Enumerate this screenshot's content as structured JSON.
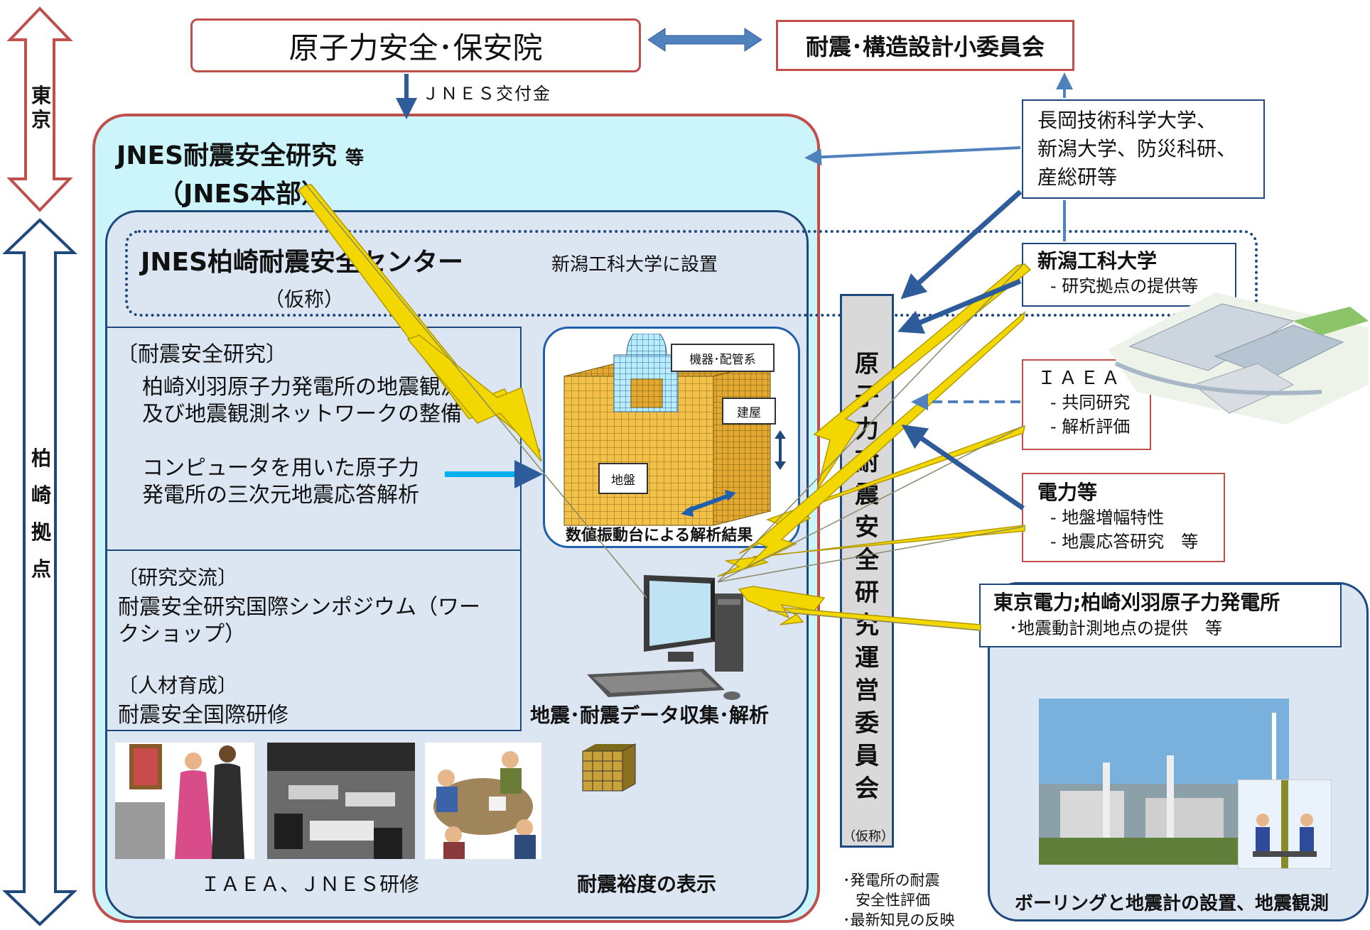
{
  "side": {
    "tokyo": [
      "東",
      "京"
    ],
    "kashiwazaki": [
      "柏",
      "崎",
      "拠",
      "点"
    ]
  },
  "top": {
    "nisa": "原子力安全･保安院",
    "subcommittee": "耐震･構造設計小委員会",
    "grant": "ＪＮＥＳ交付金"
  },
  "jnes": {
    "title": "JNES耐震安全研究",
    "title_suffix": "等",
    "hq": "（JNES本部）"
  },
  "center": {
    "title": "JNES柏崎耐震安全センター",
    "tentative": "（仮称）",
    "location": "新潟工科大学に設置"
  },
  "research": {
    "heading": "〔耐震安全研究〕",
    "line1": "柏崎刈羽原子力発電所の地震観測",
    "line2": "及び地震観測ネットワークの整備",
    "line3": "コンピュータを用いた原子力",
    "line4": "発電所の三次元地震応答解析"
  },
  "model": {
    "equipment": "機器･配管系",
    "building": "建屋",
    "ground": "地盤",
    "caption": "数値振動台による解析結果"
  },
  "exchange": {
    "heading": "〔研究交流〕",
    "line1": "耐震安全研究国際シンポジウム（ワー",
    "line2": "クショップ）",
    "training_heading": "〔人材育成〕",
    "training": "耐震安全国際研修"
  },
  "data_collect": "地震･耐震データ収集･解析",
  "bottom": {
    "iaea_training": "ＩＡＥＡ、ＪＮＥＳ研修",
    "margin_display": "耐震裕度の表示"
  },
  "committee": {
    "chars": [
      "原",
      "子",
      "力",
      "耐",
      "震",
      "安",
      "全",
      "研",
      "究",
      "運",
      "営",
      "委",
      "員",
      "会"
    ],
    "tentative": "（仮称）",
    "note1": "･発電所の耐震",
    "note2": "安全性評価",
    "note3": "･最新知見の反映"
  },
  "partners": {
    "universities": [
      "長岡技術科学大学、",
      "新潟大学、防災科研、",
      "産総研等"
    ],
    "niigata_title": "新潟工科大学",
    "niigata_item": "- 研究拠点の提供等",
    "iaea_title": "ＩＡＥＡ",
    "iaea_items": [
      "- 共同研究",
      "- 解析評価"
    ],
    "power_title": "電力等",
    "power_items": [
      "- 地盤増幅特性",
      "- 地震応答研究　等"
    ]
  },
  "tepco": {
    "title": "東京電力;柏崎刈羽原子力発電所",
    "item": "･地震動計測地点の提供　等",
    "caption": "ボーリングと地震計の設置、地震観測"
  },
  "colors": {
    "red_border": "#c0504d",
    "blue_border": "#1f497d",
    "arrow_blue": "#4f81bd",
    "cyan_fill": "#ccf5fb",
    "panel_fill": "#dce6f2",
    "lightning": "#f2d700",
    "cyan_arrow": "#00b0f0"
  },
  "icons": [
    "up-down-arrow-icon",
    "double-arrow-icon",
    "lightning-bolt-icon",
    "computer-icon",
    "building-model-icon"
  ]
}
